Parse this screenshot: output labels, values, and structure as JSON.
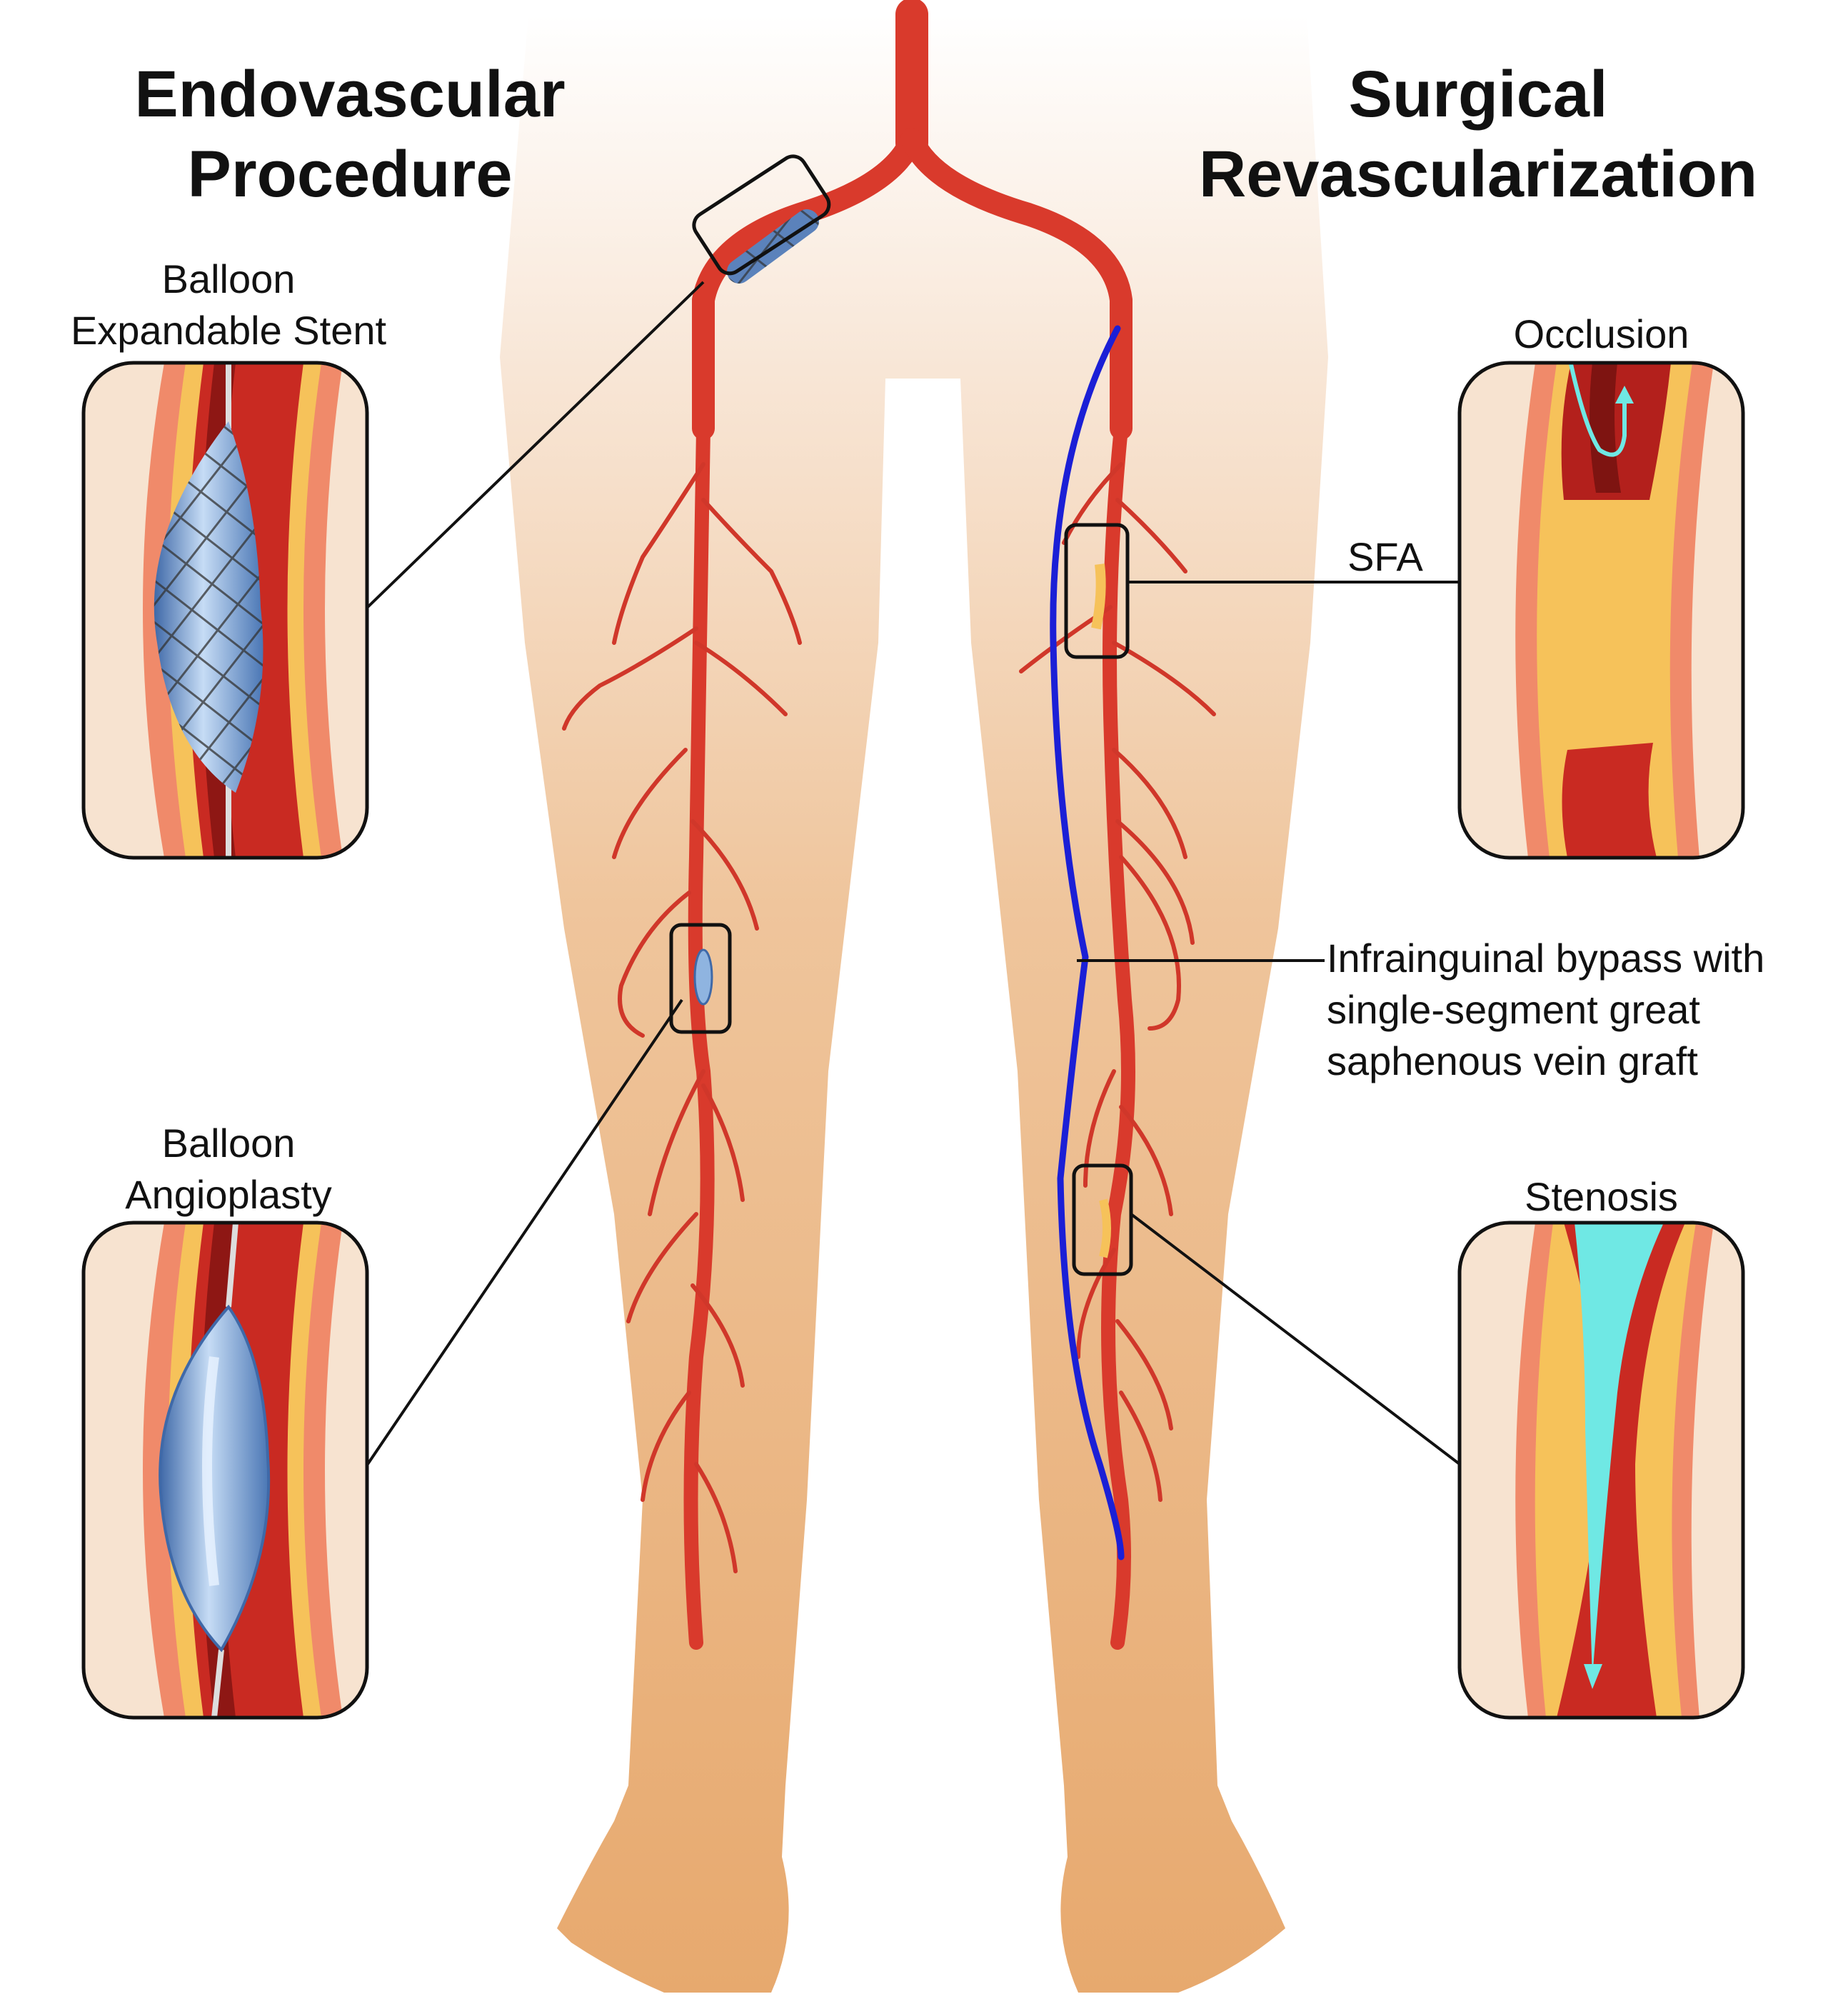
{
  "headings": {
    "left": [
      "Endovascular",
      "Procedure"
    ],
    "right": [
      "Surgical",
      "Revascularization"
    ]
  },
  "labels": {
    "stent": [
      "Balloon",
      "Expandable Stent"
    ],
    "angioplasty": [
      "Balloon",
      "Angioplasty"
    ],
    "occlusion": "Occlusion",
    "sfa": "SFA",
    "bypass": [
      "Infrainguinal bypass with",
      "single-segment great",
      "saphenous vein graft"
    ],
    "stenosis": "Stenosis"
  },
  "colors": {
    "skin": "#e9b07c",
    "skin_light": "#f7e3d0",
    "artery": "#d93a2c",
    "artery_dark": "#a31f1c",
    "vessel_wall": "#f08a6a",
    "plaque": "#f6c25a",
    "balloon": "#8fb4e0",
    "bypass_graft": "#1b1fd6",
    "flow_arrow": "#6fe8e4",
    "outline": "#111111"
  }
}
